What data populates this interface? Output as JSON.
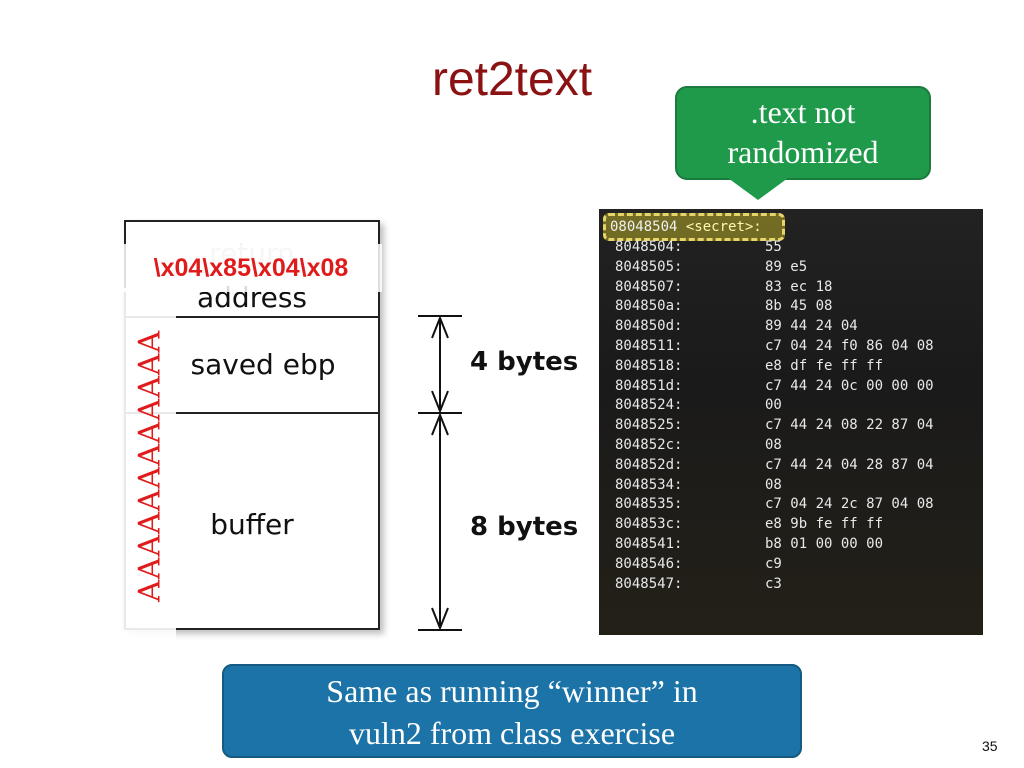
{
  "slide": {
    "title": "ret2text",
    "page_number": "35"
  },
  "callout": {
    "line1": ".text not",
    "line2": "randomized",
    "color": "#1f9a4b"
  },
  "stack": {
    "return_top": "return",
    "return_bottom": "address",
    "saved_ebp": "saved ebp",
    "buffer": "buffer"
  },
  "payload": {
    "return_overwrite": "\\x04\\x85\\x04\\x08",
    "fill": "AAAAAAAAAAAA",
    "color": "#e01b1b"
  },
  "dimensions": {
    "ebp_size": "4 bytes",
    "buffer_size": "8 bytes"
  },
  "terminal": {
    "header_addr": "08048504",
    "header_sym": "<secret>:",
    "rows": [
      {
        "addr": "8048504:",
        "bytes": "55"
      },
      {
        "addr": "8048505:",
        "bytes": "89 e5"
      },
      {
        "addr": "8048507:",
        "bytes": "83 ec 18"
      },
      {
        "addr": "804850a:",
        "bytes": "8b 45 08"
      },
      {
        "addr": "804850d:",
        "bytes": "89 44 24 04"
      },
      {
        "addr": "8048511:",
        "bytes": "c7 04 24 f0 86 04 08"
      },
      {
        "addr": "8048518:",
        "bytes": "e8 df fe ff ff"
      },
      {
        "addr": "804851d:",
        "bytes": "c7 44 24 0c 00 00 00"
      },
      {
        "addr": "8048524:",
        "bytes": "00"
      },
      {
        "addr": "8048525:",
        "bytes": "c7 44 24 08 22 87 04"
      },
      {
        "addr": "804852c:",
        "bytes": "08"
      },
      {
        "addr": "804852d:",
        "bytes": "c7 44 24 04 28 87 04"
      },
      {
        "addr": "8048534:",
        "bytes": "08"
      },
      {
        "addr": "8048535:",
        "bytes": "c7 04 24 2c 87 04 08"
      },
      {
        "addr": "804853c:",
        "bytes": "e8 9b fe ff ff"
      },
      {
        "addr": "8048541:",
        "bytes": "b8 01 00 00 00"
      },
      {
        "addr": "8048546:",
        "bytes": "c9"
      },
      {
        "addr": "8048547:",
        "bytes": "c3"
      }
    ]
  },
  "banner": {
    "line1": "Same as running “winner” in",
    "line2": "vuln2 from class exercise",
    "color": "#1c73a7"
  }
}
